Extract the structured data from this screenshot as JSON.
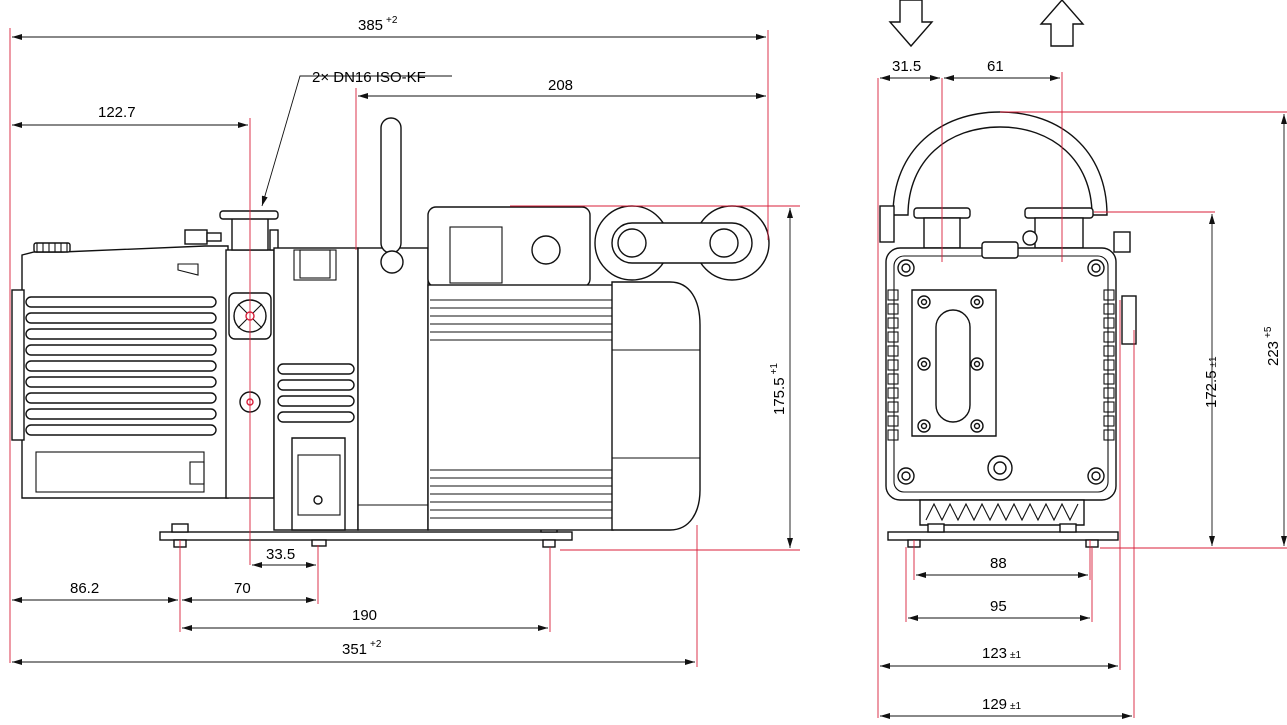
{
  "colors": {
    "outline": "#111111",
    "extension_lines": "#d81f3a",
    "background": "#ffffff"
  },
  "callout": {
    "text": "2× DN16 ISO-KF"
  },
  "side_view": {
    "overall_length": {
      "value": "385",
      "sup": "+2"
    },
    "port_to_motor_end": {
      "value": "208"
    },
    "front_to_port": {
      "value": "122.7"
    },
    "height": {
      "value": "175.5",
      "sup": "+1"
    },
    "port_to_foot": {
      "value": "33.5"
    },
    "foot_to_foot_front": {
      "value": "70"
    },
    "front_to_first_foot": {
      "value": "86.2"
    },
    "foot_spacing": {
      "value": "190"
    },
    "base_length": {
      "value": "351",
      "sup": "+2"
    }
  },
  "end_view": {
    "port_offset_left": {
      "value": "31.5"
    },
    "port_spacing": {
      "value": "61"
    },
    "body_height": {
      "value": "172.5",
      "tol": "±1"
    },
    "overall_height": {
      "value": "223",
      "sup": "+5"
    },
    "foot_span_inner": {
      "value": "88"
    },
    "foot_span_outer": {
      "value": "95"
    },
    "body_width": {
      "value": "123",
      "tol": "±1"
    },
    "overall_width": {
      "value": "129",
      "tol": "±1"
    }
  }
}
